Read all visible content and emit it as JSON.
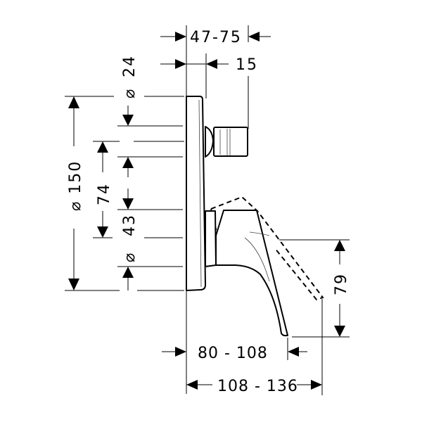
{
  "dimensions": {
    "projection_range": "47-75",
    "knob_offset": "15",
    "diameter_symbol": "⌀",
    "knob_diameter": "24",
    "plate_diameter": "150",
    "center_distance": "74",
    "spout_diameter": "43",
    "spout_height": "79",
    "spout_reach_short": "80 - 108",
    "spout_reach_long": "108 - 136"
  }
}
